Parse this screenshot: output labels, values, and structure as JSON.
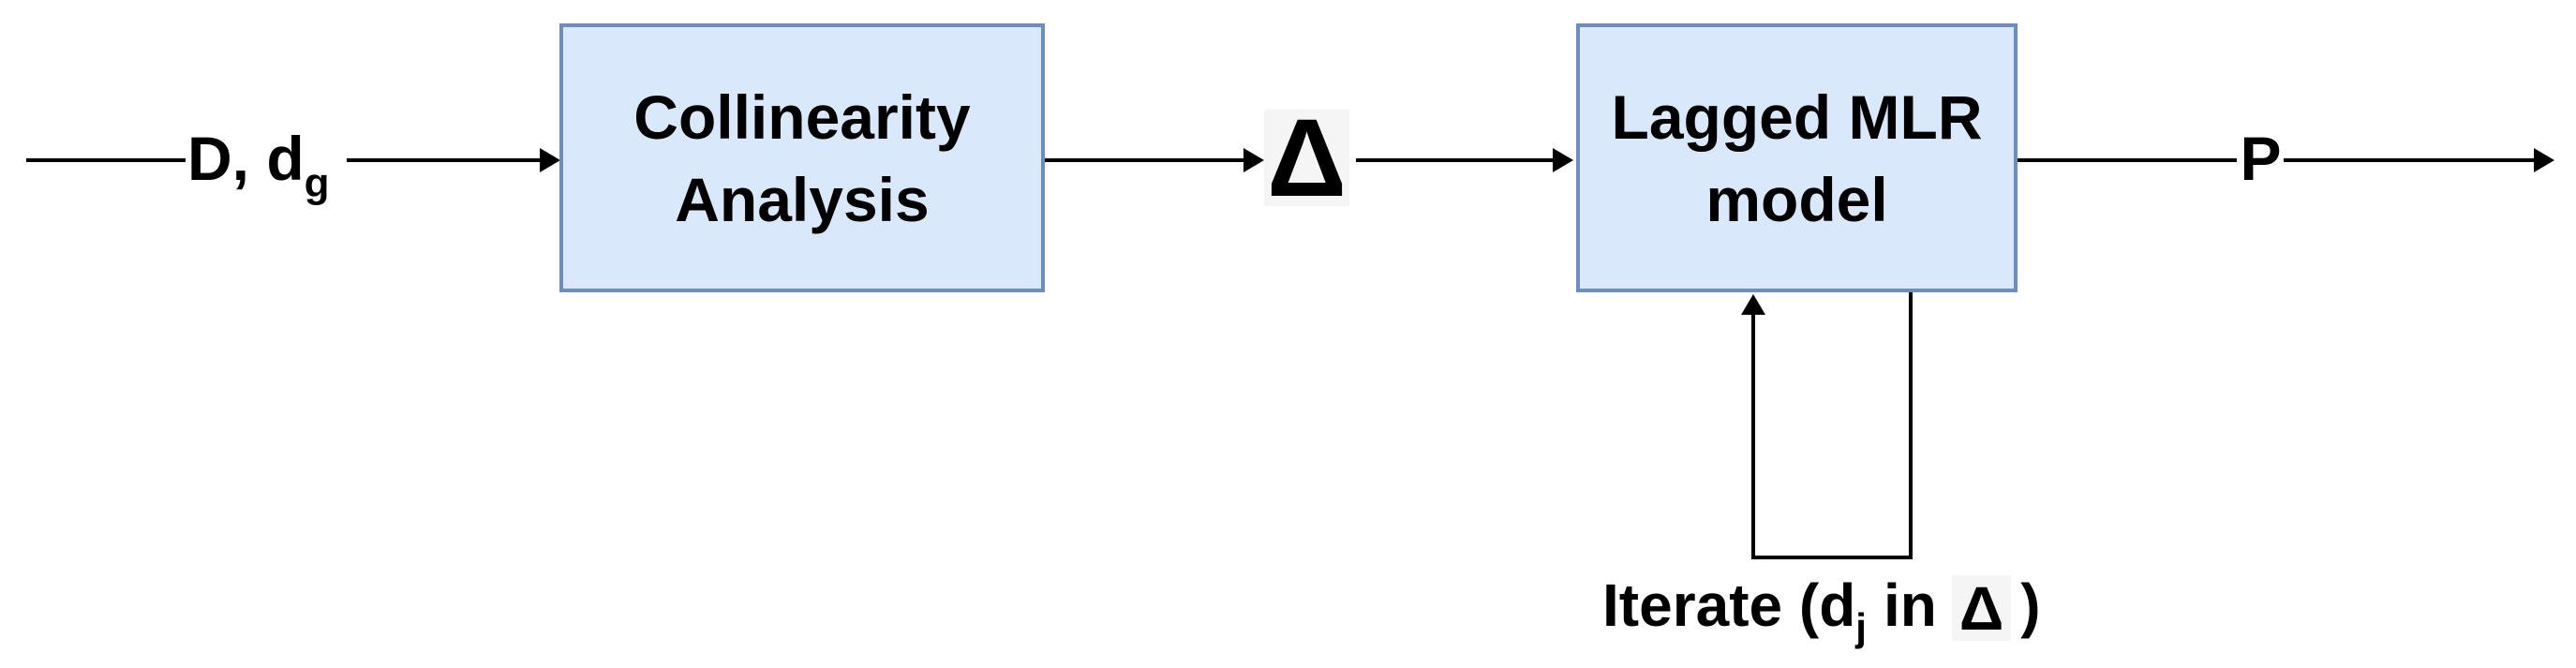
{
  "colors": {
    "background": "#ffffff",
    "node_fill": "#dae8fc",
    "node_border": "#6c8ebf",
    "line": "#000000",
    "delta_background": "#f5f5f5",
    "text": "#000000"
  },
  "nodes": {
    "collinearity": {
      "line1": "Collinearity",
      "line2": "Analysis"
    },
    "lagged_mlr": {
      "line1": "Lagged MLR",
      "line2": "model"
    }
  },
  "edges": {
    "input": {
      "label_main": "D, d",
      "label_sub": "g"
    },
    "collinearity_to_mlr": {
      "label": "Δ"
    },
    "output": {
      "label": "P"
    },
    "feedback": {
      "prefix": "Iterate (d",
      "sub": "j",
      "mid": "in",
      "delta": "Δ",
      "suffix": ")"
    }
  }
}
